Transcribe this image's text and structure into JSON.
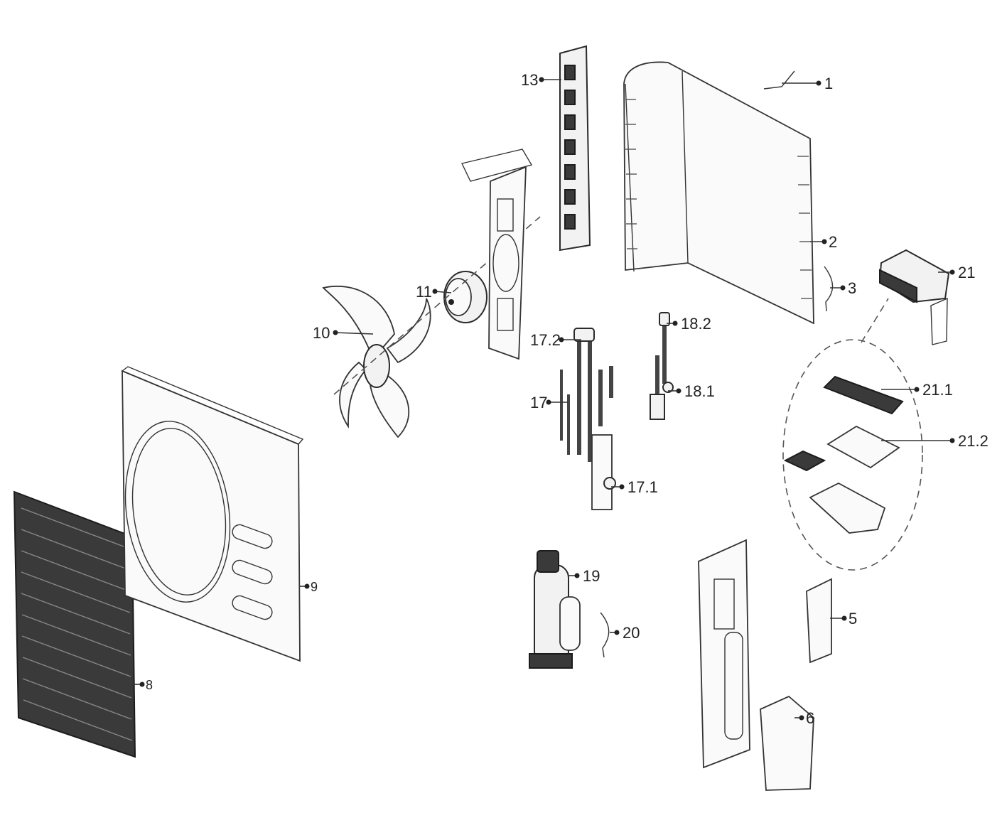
{
  "callouts": [
    {
      "id": "p1",
      "label": "1"
    },
    {
      "id": "p2",
      "label": "2"
    },
    {
      "id": "p3",
      "label": "3"
    },
    {
      "id": "p5",
      "label": "5"
    },
    {
      "id": "p6",
      "label": "6"
    },
    {
      "id": "p8",
      "label": "8"
    },
    {
      "id": "p9",
      "label": "9"
    },
    {
      "id": "p10",
      "label": "10"
    },
    {
      "id": "p11",
      "label": "11"
    },
    {
      "id": "p13",
      "label": "13"
    },
    {
      "id": "p17",
      "label": "17"
    },
    {
      "id": "p17_1",
      "label": "17.1"
    },
    {
      "id": "p17_2",
      "label": "17.2"
    },
    {
      "id": "p18_1",
      "label": "18.1"
    },
    {
      "id": "p18_2",
      "label": "18.2"
    },
    {
      "id": "p19",
      "label": "19"
    },
    {
      "id": "p20",
      "label": "20"
    },
    {
      "id": "p21",
      "label": "21"
    },
    {
      "id": "p21_1",
      "label": "21.1"
    },
    {
      "id": "p21_2",
      "label": "21.2"
    }
  ]
}
